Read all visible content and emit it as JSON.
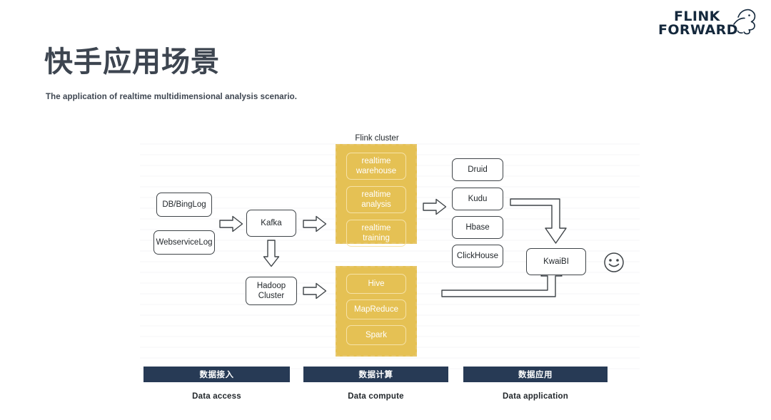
{
  "slide": {
    "title": "快手应用场景",
    "subtitle": "The application of realtime multidimensional analysis scenario.",
    "background_color": "#ffffff"
  },
  "logo": {
    "line1": "FLINK",
    "line2": "FORWARD",
    "color": "#14283c",
    "mascot": "squirrel-icon"
  },
  "diagram": {
    "sources": [
      {
        "label": "DB/BingLog"
      },
      {
        "label": "WebserviceLog"
      }
    ],
    "queue": {
      "label": "Kafka"
    },
    "batch_source": {
      "label": "Hadoop\nCluster",
      "line1": "Hadoop",
      "line2": "Cluster"
    },
    "flink_cluster": {
      "label": "Flink cluster",
      "color": "#e5c154",
      "nodes": [
        {
          "line1": "realtime",
          "line2": "warehouse"
        },
        {
          "line1": "realtime",
          "line2": "analysis"
        },
        {
          "line1": "realtime",
          "line2": "training"
        }
      ]
    },
    "batch_cluster": {
      "color": "#e5c154",
      "nodes": [
        {
          "label": "Hive"
        },
        {
          "label": "MapReduce"
        },
        {
          "label": "Spark"
        }
      ]
    },
    "storage": [
      {
        "label": "Druid"
      },
      {
        "label": "Kudu"
      },
      {
        "label": "Hbase"
      },
      {
        "label": "ClickHouse"
      }
    ],
    "bi": {
      "label": "KwaiBI"
    },
    "emoji": {
      "name": "smiley-face-icon"
    }
  },
  "footer": {
    "columns": [
      {
        "bar": "数据接入",
        "caption": "Data access",
        "color": "#273a55"
      },
      {
        "bar": "数据计算",
        "caption": "Data compute",
        "color": "#273a55"
      },
      {
        "bar": "数据应用",
        "caption": "Data application",
        "color": "#273a55"
      }
    ]
  }
}
